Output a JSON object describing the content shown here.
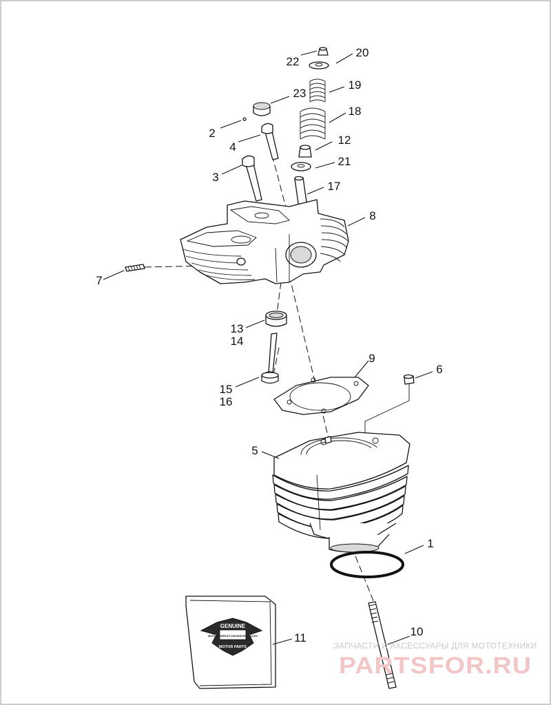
{
  "callouts": [
    "1",
    "2",
    "3",
    "4",
    "5",
    "6",
    "7",
    "8",
    "9",
    "10",
    "11",
    "12",
    "13",
    "14",
    "15",
    "16",
    "17",
    "18",
    "19",
    "20",
    "21",
    "22",
    "23"
  ],
  "logo": {
    "top": "GENUINE",
    "middle": "MOTOR HARLEY-DAVIDSON CYCLES",
    "bottom": "MOTOR PARTS"
  },
  "watermark": {
    "tagline": "ЗАПЧАСТИ И АКСЕССУАРЫ ДЛЯ МОТОТЕХНИКИ",
    "brand": "PARTSFOR.RU"
  },
  "colors": {
    "line": "#111111",
    "watermark_text": "#c9c9c9",
    "watermark_brand": "#f2c6c6",
    "logo_fill": "#2a2a2a"
  }
}
